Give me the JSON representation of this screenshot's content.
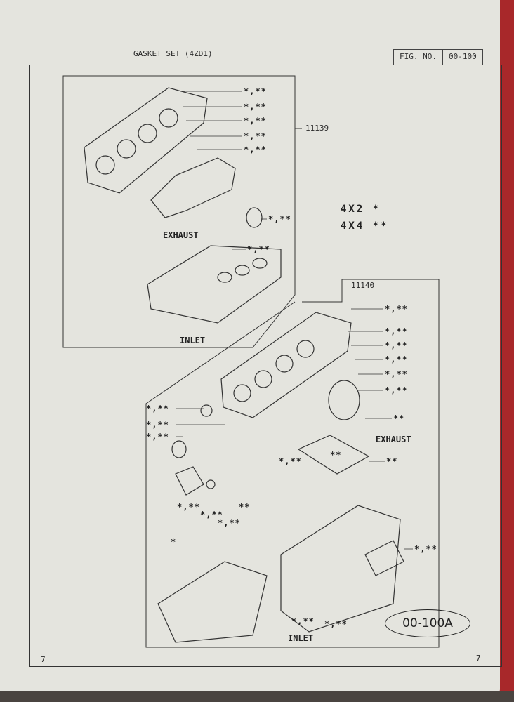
{
  "header": {
    "title": "GASKET SET (4ZD1)",
    "fig_label": "FIG. NO.",
    "fig_number": "00-100"
  },
  "legend": [
    {
      "text": "4X2  *"
    },
    {
      "text": "4X4  **"
    }
  ],
  "top_group": {
    "part_number": "11139",
    "callouts": [
      "*,**",
      "*,**",
      "*,**",
      "*,**",
      "*,**",
      "*,**",
      "*,**"
    ],
    "exhaust": "EXHAUST",
    "inlet": "INLET"
  },
  "bottom_group": {
    "part_number": "11140",
    "callouts": [
      "*,**",
      "*,**",
      "*,**",
      "*,**",
      "*,**",
      "*,**",
      "**",
      "**",
      "*,**",
      "*,**",
      "*,**",
      "*,**",
      "**",
      "*,**",
      "**",
      "*,**",
      "*",
      "*,**",
      "*,**",
      "*,**",
      "*,**"
    ],
    "exhaust": "EXHAUST",
    "inlet": "INLET"
  },
  "figure_tag": "00-100A",
  "page_numbers": {
    "left": "7",
    "right": "7"
  }
}
